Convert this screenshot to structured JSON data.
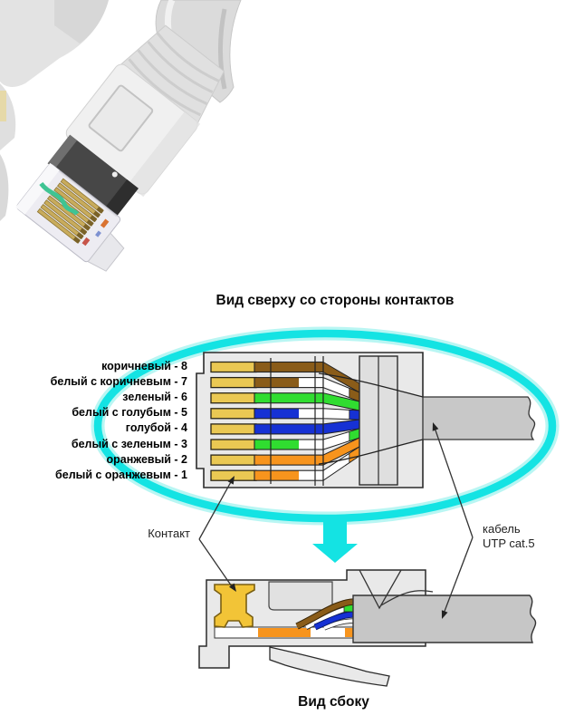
{
  "titles": {
    "top_view": "Вид сверху со стороны контактов",
    "side_view": "Вид сбоку"
  },
  "callouts": {
    "contact": "Контакт",
    "cable_line1": "кабель",
    "cable_line2": "UTP cat.5"
  },
  "wires": [
    {
      "pin": 8,
      "label": "коричневый - 8",
      "color": "brown",
      "striped": false
    },
    {
      "pin": 7,
      "label": "белый с коричневым - 7",
      "color": "brown",
      "striped": true
    },
    {
      "pin": 6,
      "label": "зеленый - 6",
      "color": "green",
      "striped": false
    },
    {
      "pin": 5,
      "label": "белый с голубым - 5",
      "color": "blue",
      "striped": true
    },
    {
      "pin": 4,
      "label": "голубой - 4",
      "color": "blue",
      "striped": false
    },
    {
      "pin": 3,
      "label": "белый с зеленым - 3",
      "color": "green",
      "striped": true
    },
    {
      "pin": 2,
      "label": "оранжевый - 2",
      "color": "orange",
      "striped": false
    },
    {
      "pin": 1,
      "label": "белый с оранжевым - 1",
      "color": "orange",
      "striped": true
    }
  ],
  "colors": {
    "brown": "#8a5c19",
    "green": "#30dd30",
    "blue": "#1631d4",
    "orange": "#f7941d",
    "gold": "#eac853",
    "white": "#ffffff",
    "cyan": "#14e3e3",
    "cyan_halo": "#b9f6f3",
    "body_gray": "#e9e9e9",
    "cable_gray": "#c8c8c8"
  }
}
